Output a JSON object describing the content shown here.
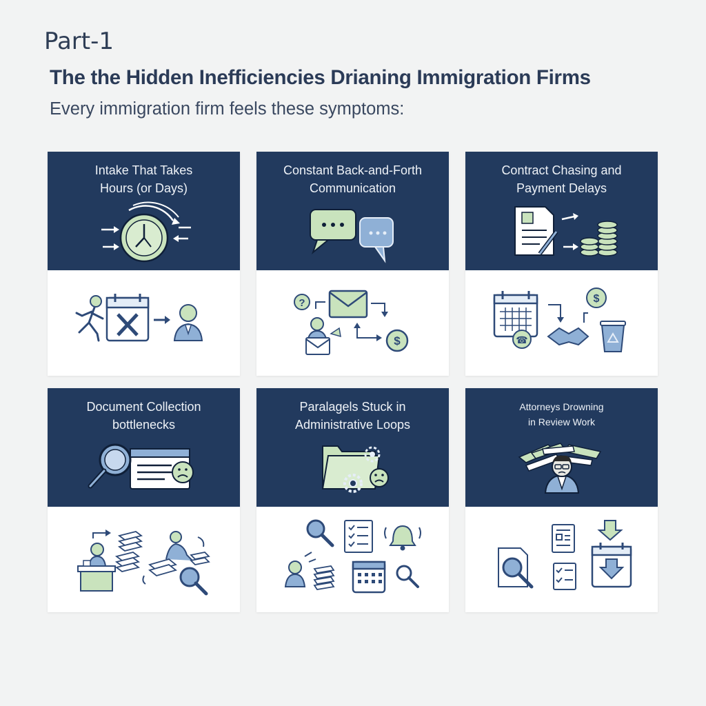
{
  "header": {
    "part": "Part-1",
    "title": "The the Hidden Inefficiencies  Drianing Immigration Firms",
    "subtitle": "Every immigration firm feels these symptoms:"
  },
  "cards": [
    {
      "title_lines": [
        "Intake That Takes",
        "Hours (or Days)"
      ],
      "head_icon": "clock-icon",
      "body_icon": "runner-calendar-cancel-icon"
    },
    {
      "title_lines": [
        "Constant Back-and-Forth",
        "Communication"
      ],
      "head_icon": "chat-bubbles-icon",
      "body_icon": "email-payment-flow-icon"
    },
    {
      "title_lines": [
        "Contract Chasing and",
        "Payment Delays"
      ],
      "head_icon": "contract-coins-icon",
      "body_icon": "calendar-handshake-trash-icon"
    },
    {
      "title_lines": [
        "Document Collection",
        "bottlenecks"
      ],
      "head_icon": "magnifier-document-sad-icon",
      "body_icon": "paper-stacks-search-icon"
    },
    {
      "title_lines": [
        "Paralagels Stuck in",
        "Administrative Loops"
      ],
      "head_icon": "folder-gears-icon",
      "body_icon": "checklist-bell-calendar-icon"
    },
    {
      "title_lines": [
        "Attorneys Drowning",
        "in Review Work"
      ],
      "head_icon": "attorney-paperwork-icon",
      "body_icon": "review-docs-download-icon"
    }
  ],
  "colors": {
    "background": "#f2f3f3",
    "card_header": "#223a5e",
    "accent_green": "#c9e3bd",
    "accent_blue": "#8fb0d6",
    "line": "#2e4a78"
  }
}
